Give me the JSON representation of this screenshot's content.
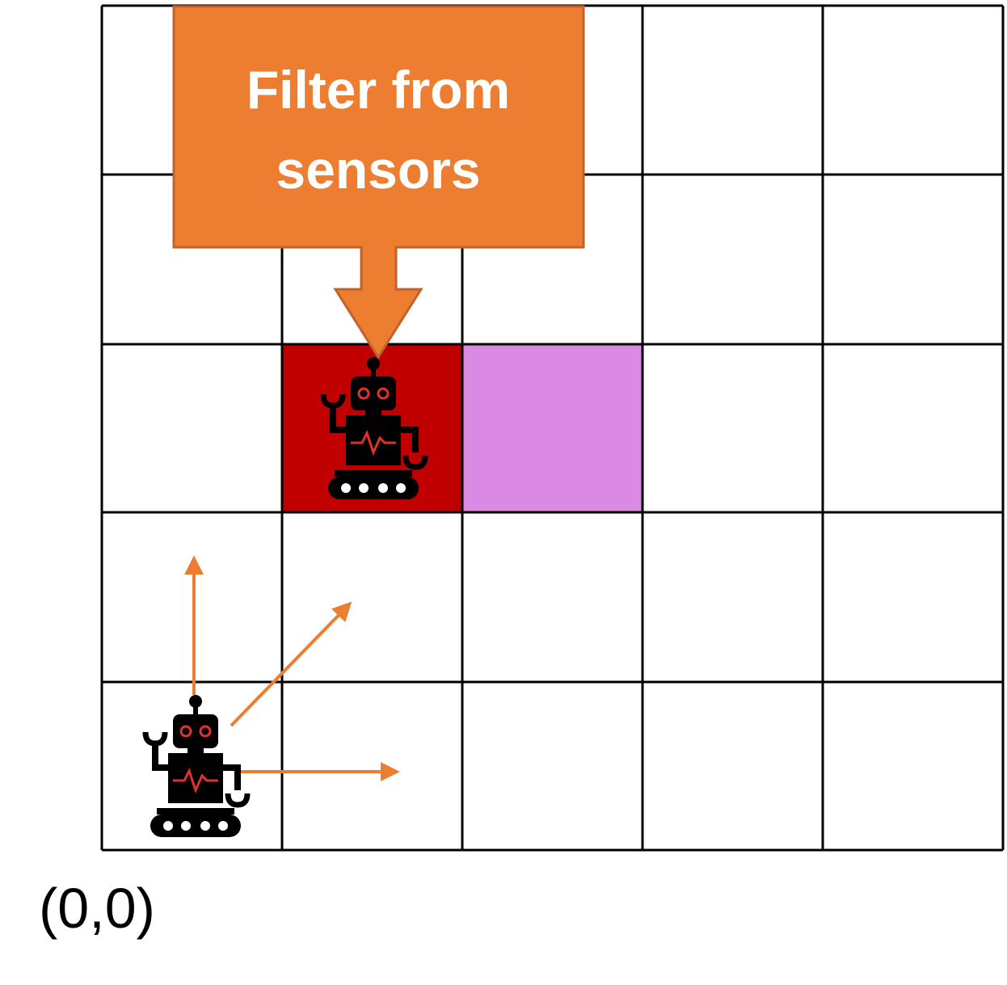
{
  "grid": {
    "columns": 5,
    "rows": 5,
    "line_color": "#000000"
  },
  "cells": {
    "robot_estimate": {
      "column": 1,
      "row": 2,
      "color": "#C00000"
    },
    "neighbor": {
      "column": 2,
      "row": 2,
      "color": "#DA8AE2"
    }
  },
  "callout": {
    "line1": "Filter from",
    "line2": "sensors",
    "fill_color": "#ED7D31",
    "border_color": "#C0622A",
    "text_color": "#FFFFFF"
  },
  "robot": {
    "icon": "robot-icon",
    "body_color": "#000000",
    "accent_color": "#E03030"
  },
  "motion_arrows": {
    "color": "#ED7D31",
    "directions": [
      "up",
      "up-right",
      "right"
    ]
  },
  "origin_label": "(0,0)"
}
